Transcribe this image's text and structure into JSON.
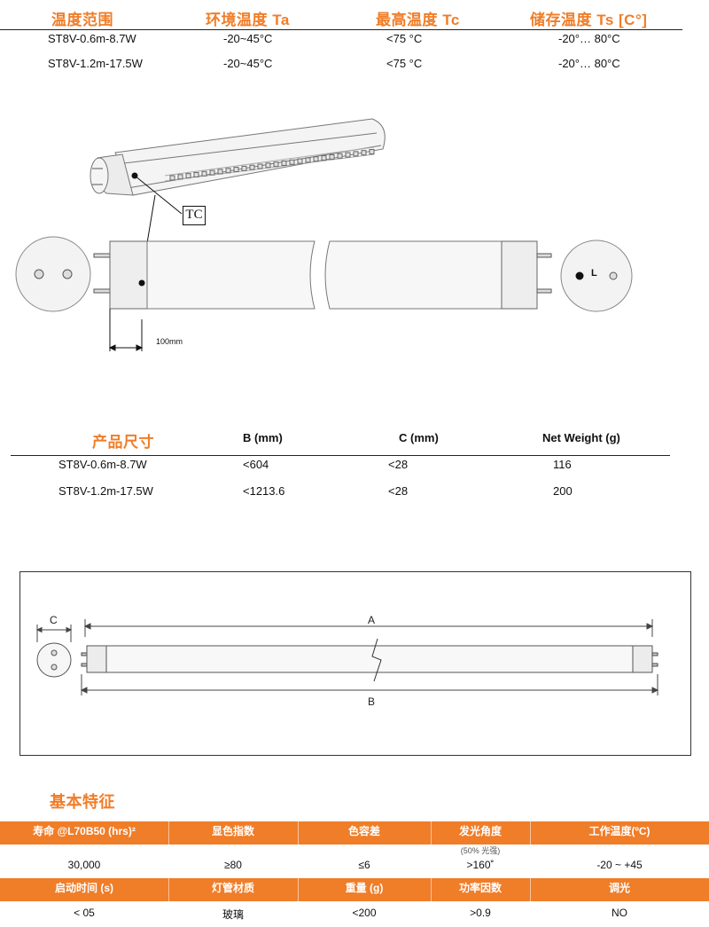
{
  "temp_table": {
    "headers": [
      "温度范围",
      "环境温度 Ta",
      "最高温度 Tc",
      "储存温度 Ts [C°]"
    ],
    "rows": [
      [
        "ST8V-0.6m-8.7W",
        "-20~45°C",
        "<75 °C",
        "-20°… 80°C"
      ],
      [
        "ST8V-1.2m-17.5W",
        "-20~45°C",
        "<75 °C",
        "-20°… 80°C"
      ]
    ]
  },
  "drawing1": {
    "tc_label": "TC",
    "dim_label": "100mm",
    "end_label": "L"
  },
  "dim_table": {
    "headers": [
      "产品尺寸",
      "B (mm)",
      "C (mm)",
      "Net Weight (g)"
    ],
    "rows": [
      [
        "ST8V-0.6m-8.7W",
        "<604",
        "<28",
        "116"
      ],
      [
        "ST8V-1.2m-17.5W",
        "<1213.6",
        "<28",
        "200"
      ]
    ]
  },
  "drawing2": {
    "label_c": "C",
    "label_a": "A",
    "label_b": "B"
  },
  "features": {
    "title": "基本特征",
    "row1_headers": [
      "寿命 @L70B50 (hrs)²",
      "显色指数",
      "色容差",
      "发光角度",
      "工作温度(ºC)"
    ],
    "row1_sub": "(50% 光强)",
    "row1_values": [
      "30,000",
      "≥80",
      "≤6",
      ">160˚",
      "-20 ~ +45"
    ],
    "row2_headers": [
      "启动时间 (s)",
      "灯管材质",
      "重量 (g)",
      "功率因数",
      "调光"
    ],
    "row2_values": [
      "< 05",
      "玻璃",
      "<200",
      ">0.9",
      "NO"
    ]
  },
  "colors": {
    "accent": "#f07d28"
  }
}
